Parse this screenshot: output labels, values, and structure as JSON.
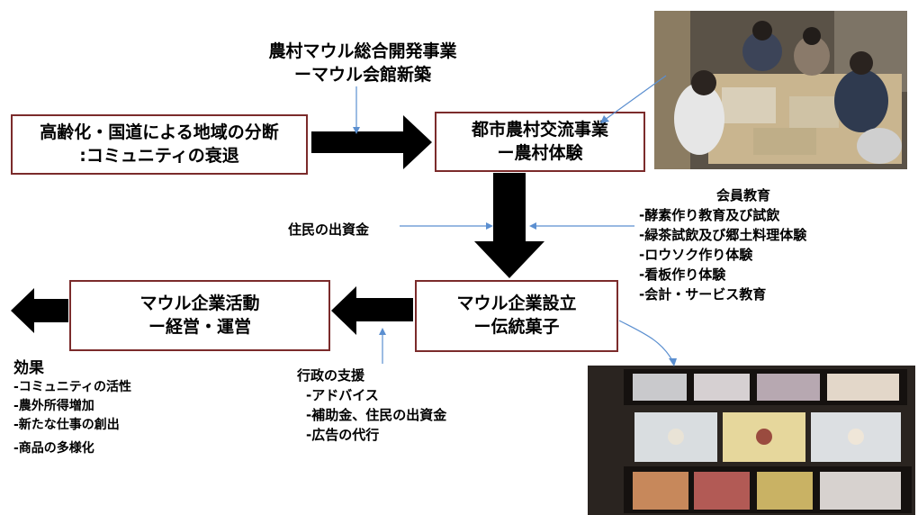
{
  "top_label": {
    "line1": "農村マウル総合開発事業",
    "line2": "ーマウル会館新築"
  },
  "box_aging": {
    "line1": "高齢化・国道による地域の分断",
    "line2": ":コミュニティの衰退"
  },
  "box_exchange": {
    "line1": "都市農村交流事業",
    "line2": "ー農村体験"
  },
  "resident_funds": "住民の出資金",
  "member_education": {
    "title": "会員教育",
    "items": [
      "-酵素作り教育及び試飲",
      "-緑茶試飲及び郷土料理体験",
      "-ロウソク作り体験",
      "-看板作り体験",
      "-会計・サービス教育"
    ]
  },
  "box_establish": {
    "line1": "マウル企業設立",
    "line2": "ー伝統菓子"
  },
  "box_activity": {
    "line1": "マウル企業活動",
    "line2": "ー経営・運営"
  },
  "admin_support": {
    "title": "行政の支援",
    "items": [
      "-アドバイス",
      "-補助金、住民の出資金",
      "-広告の代行"
    ]
  },
  "effects": {
    "title": "効果",
    "items": [
      "-コミュニティの活性",
      "-農外所得増加",
      "-新たな仕事の創出",
      "-商品の多様化"
    ]
  },
  "colors": {
    "box_border": "#7b2b2b",
    "arrow_fill": "#000000",
    "connector": "#5b8fd0"
  }
}
